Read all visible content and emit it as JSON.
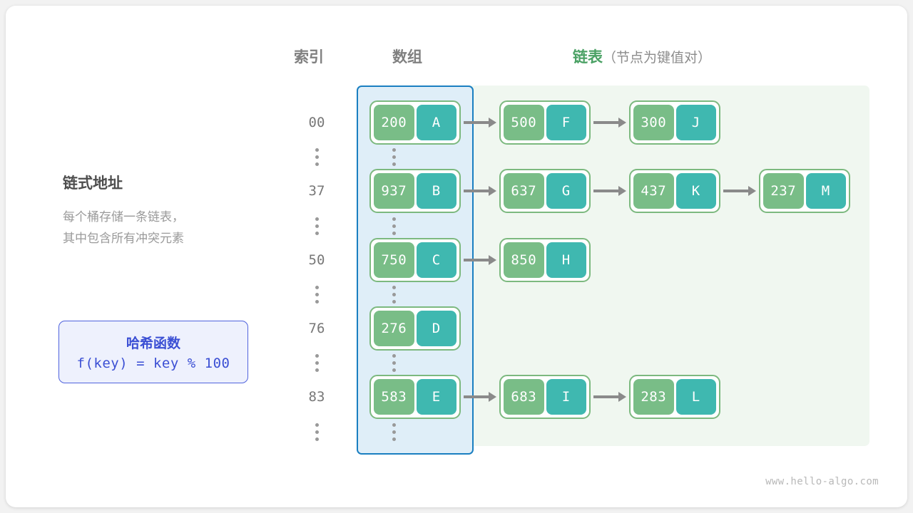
{
  "headers": {
    "index": "索引",
    "array": "数组",
    "list": "链表",
    "list_note": "（节点为键值对）"
  },
  "left_panel": {
    "title": "链式地址",
    "desc_line1": "每个桶存储一条链表，",
    "desc_line2": "其中包含所有冲突元素"
  },
  "hash_box": {
    "title": "哈希函数",
    "formula": "f(key) = key % 100"
  },
  "colors": {
    "array_region_fill": "#dfeef8",
    "array_region_border": "#1a7fc1",
    "list_region_fill": "#f0f7f0",
    "node_border": "#7cb97f",
    "key_cell": "#79bd87",
    "value_cell": "#3fb8b0",
    "arrow": "#8a8a8a",
    "accent_green": "#4aa164",
    "hash_accent": "#3b4fd4"
  },
  "ellipsis_glyph": "⋮",
  "rows": [
    {
      "index": "00",
      "bucket": {
        "key": "200",
        "value": "A"
      },
      "chain": [
        {
          "key": "500",
          "value": "F"
        },
        {
          "key": "300",
          "value": "J"
        }
      ]
    },
    {
      "index": "37",
      "bucket": {
        "key": "937",
        "value": "B"
      },
      "chain": [
        {
          "key": "637",
          "value": "G"
        },
        {
          "key": "437",
          "value": "K"
        },
        {
          "key": "237",
          "value": "M"
        }
      ]
    },
    {
      "index": "50",
      "bucket": {
        "key": "750",
        "value": "C"
      },
      "chain": [
        {
          "key": "850",
          "value": "H"
        }
      ]
    },
    {
      "index": "76",
      "bucket": {
        "key": "276",
        "value": "D"
      },
      "chain": []
    },
    {
      "index": "83",
      "bucket": {
        "key": "583",
        "value": "E"
      },
      "chain": [
        {
          "key": "683",
          "value": "I"
        },
        {
          "key": "283",
          "value": "L"
        }
      ]
    }
  ],
  "watermark": "www.hello-algo.com"
}
